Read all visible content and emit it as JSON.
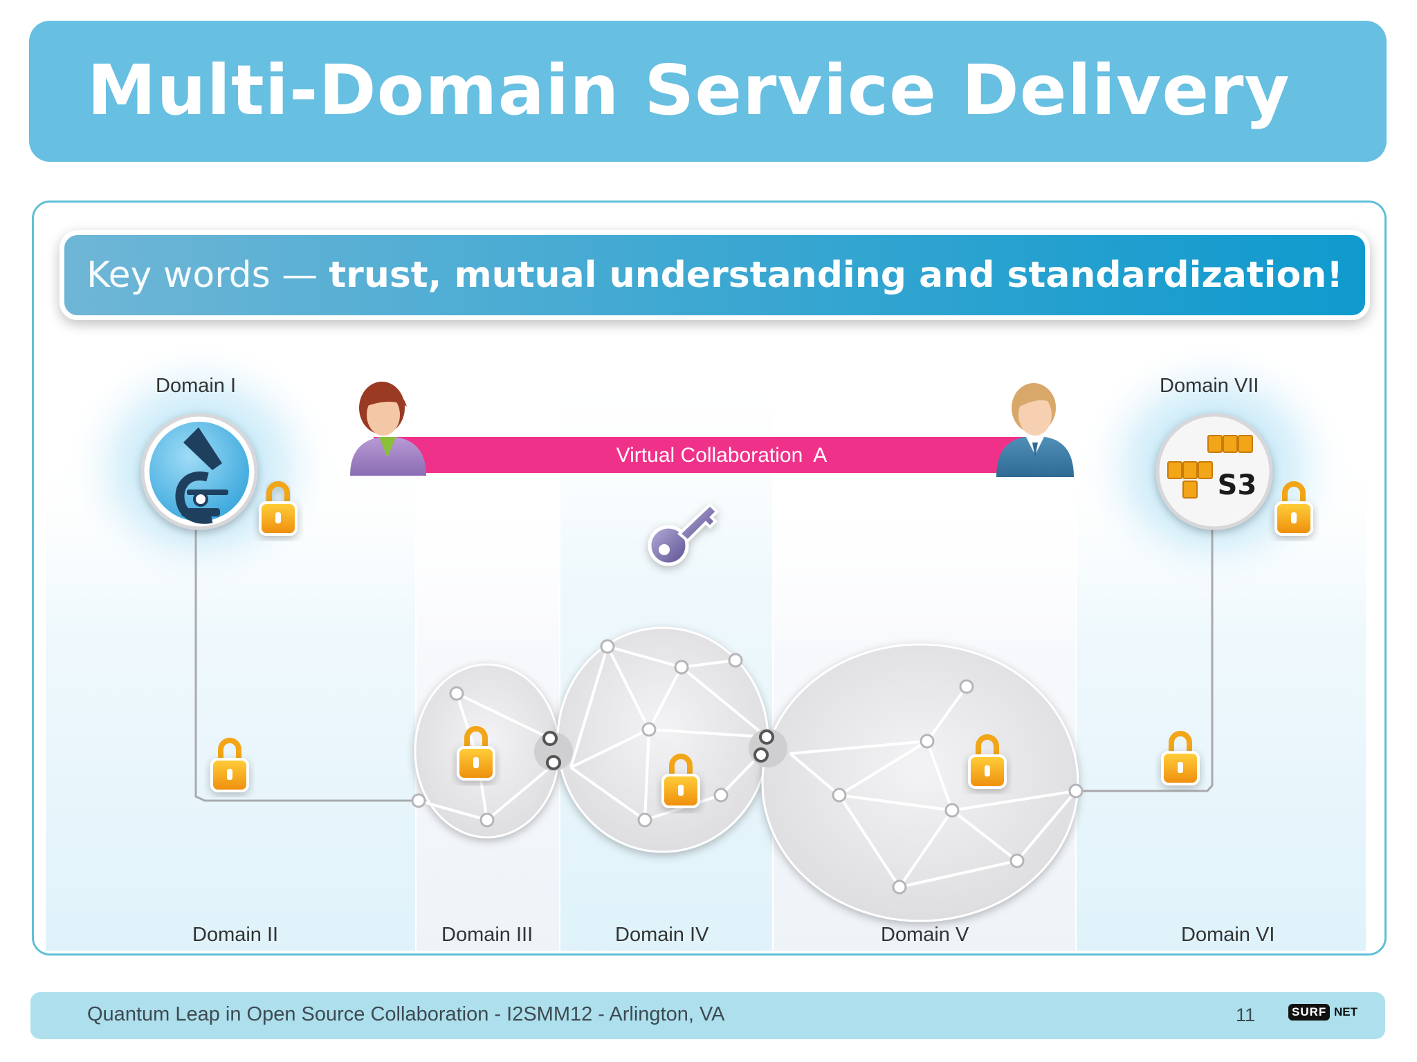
{
  "slide": {
    "title": "Multi-Domain Service Delivery",
    "keywords_prefix": "Key words —",
    "keywords_bold": "trust, mutual understanding and standardization!"
  },
  "diagram": {
    "collaboration_label": "Virtual Collaboration  A",
    "s3_label": "S3",
    "domains": {
      "d1": "Domain I",
      "d2": "Domain II",
      "d3": "Domain III",
      "d4": "Domain IV",
      "d5": "Domain V",
      "d6": "Domain VI",
      "d7": "Domain VII"
    }
  },
  "footer": {
    "text": "Quantum Leap in Open Source Collaboration - I2SMM12 - Arlington, VA",
    "page_number": "11",
    "logo_left": "SURF",
    "logo_right": "NET"
  },
  "colors": {
    "title_bar": "#67bfe1",
    "collaboration_bar": "#f0318a",
    "lock_gold": "#f2a516",
    "frame_border": "#5fbfd6",
    "footer_bar": "#ade0ec"
  },
  "icons": [
    "microscope-icon",
    "s3-buckets-icon",
    "lock-icon",
    "key-icon",
    "user-woman-icon",
    "user-man-icon"
  ]
}
